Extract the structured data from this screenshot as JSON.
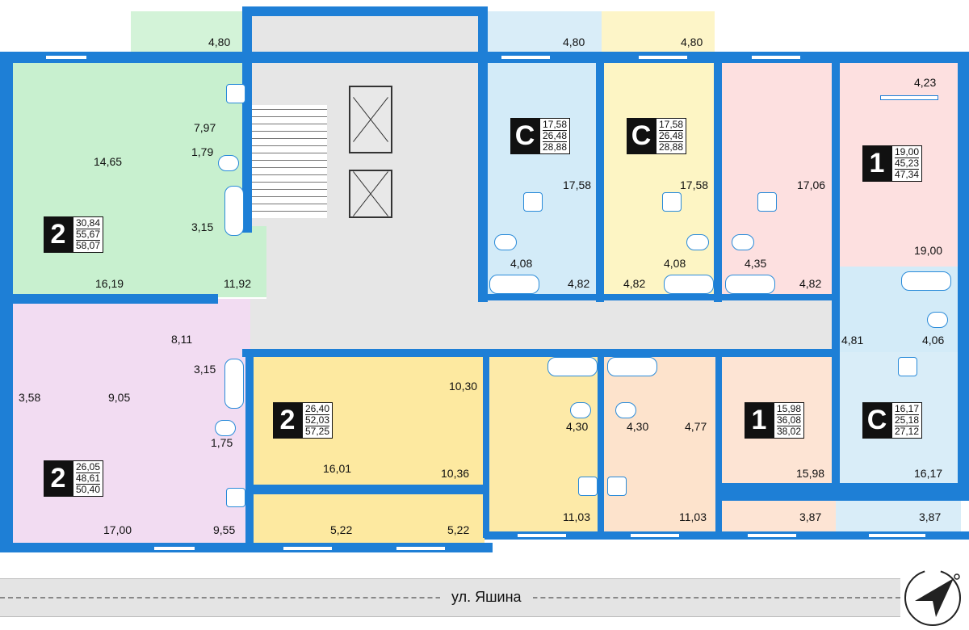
{
  "street": "ул. Яшина",
  "colors": {
    "wall": "#1e7fd6",
    "green": "#c8f0cf",
    "green_balcony": "#d3f3d8",
    "blue": "#d3ebf8",
    "yellow": "#fdf5c4",
    "pink": "#fde0e0",
    "lilac": "#f2dcf2",
    "gold": "#fde9a0",
    "peach": "#fde3cc",
    "salmon": "#fde4d4",
    "corridor": "#e6e6e6"
  },
  "apartments": [
    {
      "id": "a1",
      "rooms": "2",
      "values": [
        "30,84",
        "55,67",
        "58,07"
      ]
    },
    {
      "id": "a2",
      "rooms": "С",
      "values": [
        "17,58",
        "26,48",
        "28,88"
      ]
    },
    {
      "id": "a3",
      "rooms": "С",
      "values": [
        "17,58",
        "26,48",
        "28,88"
      ]
    },
    {
      "id": "a4",
      "rooms": "1",
      "values": [
        "19,00",
        "45,23",
        "47,34"
      ]
    },
    {
      "id": "a5",
      "rooms": "2",
      "values": [
        "26,05",
        "48,61",
        "50,40"
      ]
    },
    {
      "id": "a6",
      "rooms": "2",
      "values": [
        "26,40",
        "52,03",
        "57,25"
      ]
    },
    {
      "id": "a7",
      "rooms": "1",
      "values": [
        "15,98",
        "36,08",
        "38,02"
      ]
    },
    {
      "id": "a8",
      "rooms": "С",
      "values": [
        "16,17",
        "25,18",
        "27,12"
      ]
    }
  ],
  "areas": [
    "4,80",
    "4,80",
    "4,80",
    "4,23",
    "14,65",
    "7,97",
    "1,79",
    "3,15",
    "16,19",
    "11,92",
    "17,58",
    "17,58",
    "17,06",
    "19,00",
    "4,08",
    "4,82",
    "4,82",
    "4,08",
    "4,35",
    "4,82",
    "8,11",
    "3,15",
    "9,05",
    "3,58",
    "1,75",
    "17,00",
    "9,55",
    "10,30",
    "16,01",
    "10,36",
    "5,22",
    "5,22",
    "4,30",
    "4,30",
    "4,77",
    "11,03",
    "11,03",
    "15,98",
    "3,87",
    "4,81",
    "4,06",
    "16,17",
    "3,87"
  ]
}
